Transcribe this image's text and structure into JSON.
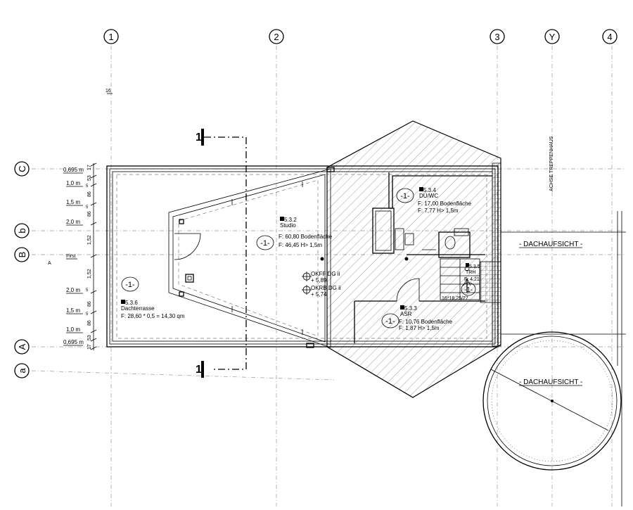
{
  "axes": {
    "vertical": [
      {
        "label": "1"
      },
      {
        "label": "2"
      },
      {
        "label": "3"
      },
      {
        "label": "Y"
      },
      {
        "label": "4"
      }
    ],
    "horizontal": [
      {
        "label": "C"
      },
      {
        "label": "b"
      },
      {
        "label": "B"
      },
      {
        "label": "A"
      },
      {
        "label": "a"
      }
    ]
  },
  "levels": [
    {
      "label": "0,695 m"
    },
    {
      "label": "1,0 m"
    },
    {
      "label": "1,5 m"
    },
    {
      "label": "2,0 m"
    },
    {
      "label": "First"
    },
    {
      "label": "2,0 m"
    },
    {
      "label": "1,5 m"
    },
    {
      "label": "1,0 m"
    },
    {
      "label": "0,695 m"
    }
  ],
  "dimensions": [
    "17",
    "53",
    "5",
    "86",
    "5",
    "86",
    "1,52",
    "1,52",
    "5",
    "86",
    "5",
    "86",
    "53",
    "17"
  ],
  "section_marks": [
    "1",
    "1"
  ],
  "misc": {
    "sixteen": "16",
    "axis_a_small": "A",
    "stair": "16*18,25/27"
  },
  "rooms": [
    {
      "number": "5.3.2",
      "name": "Studio",
      "area": "F:  60,80 Bodenfläche",
      "sub": "F:  46,45  H> 1,5m",
      "tag": "-1-"
    },
    {
      "number": "5.3.4",
      "name": "DU/WC",
      "area": "F:  17,00 Bodenfläche",
      "sub": "F:  7,77 H> 1,5m",
      "tag": "-1-"
    },
    {
      "number": "5.3.3",
      "name": "ASR",
      "area": "F:  10,76 Bodenfläche",
      "sub": "F:  1,87 H> 1,5m",
      "tag": "-1-"
    },
    {
      "number": "5.3.5",
      "name": "TRH",
      "area": "F:  4,21",
      "sub": "",
      "tag": "-1-"
    },
    {
      "number": "5.3.6",
      "name": "Dachterrasse",
      "area": "F:  28,60 * 0,5 = 14,30 qm",
      "sub": "",
      "tag": "-1-"
    }
  ],
  "elevations": [
    {
      "name": "OKFF DG ii",
      "value": "+ 5,89"
    },
    {
      "name": "OKRB DG ii",
      "value": "+ 5,74"
    }
  ],
  "labels": {
    "roof_view_1": "- DACHAUFSICHT -",
    "roof_view_2": "- DACHAUFSICHT -",
    "stair_axis": "ACHSE TREPPENHAUS"
  }
}
